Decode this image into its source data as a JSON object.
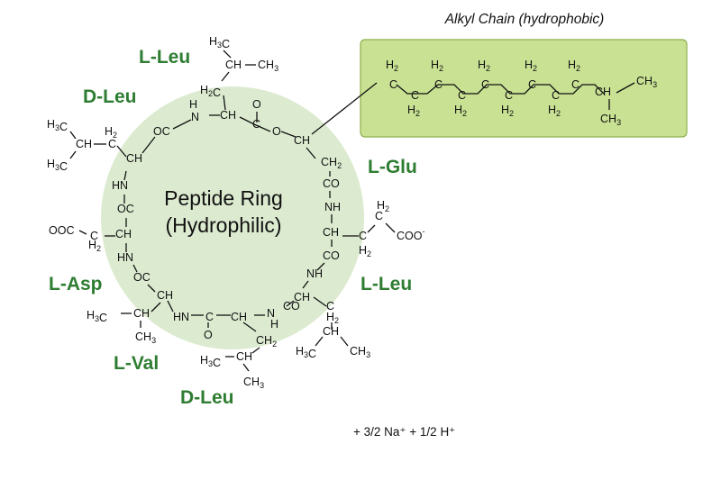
{
  "ring_label": {
    "line1": "Peptide Ring",
    "line2": "(Hydrophilic)"
  },
  "alkyl_title": "Alkyl Chain (hydrophobic)",
  "residues": {
    "l_leu_top": "L-Leu",
    "d_leu_left": "D-Leu",
    "l_glu": "L-Glu",
    "l_asp": "L-Asp",
    "l_leu_right": "L-Leu",
    "l_val": "L-Val",
    "d_leu_bottom": "D-Leu"
  },
  "footer_text": "+ 3/2 Na⁺ + 1/2 H⁺",
  "colors": {
    "residue_label": "#2e7d32",
    "ring_fill": "#dcebd0",
    "alkyl_box_fill": "#c8e193",
    "alkyl_box_border": "#8db04a"
  }
}
